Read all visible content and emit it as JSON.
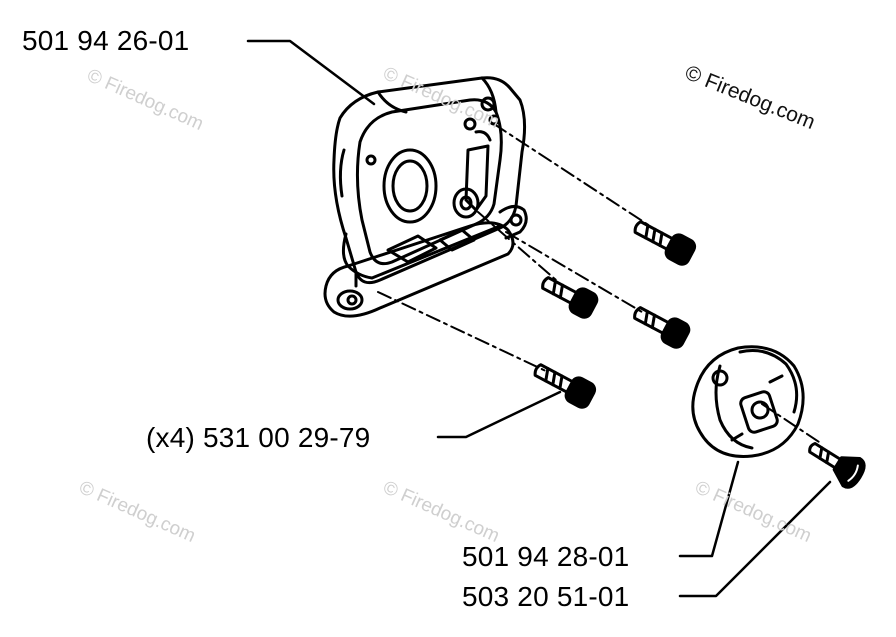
{
  "labels": {
    "housing": "501 94 26-01",
    "screws": "(x4) 531 00 29-79",
    "clutch_cover": "501 94 28-01",
    "clutch_screw": "503 20 51-01"
  },
  "watermark": {
    "text": "© Firedog.com"
  },
  "colors": {
    "ink": "#000000",
    "watermark": "#cfcfcf",
    "background": "#ffffff"
  }
}
